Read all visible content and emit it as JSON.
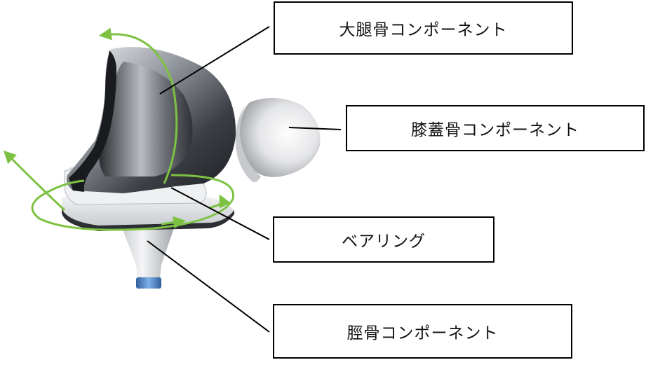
{
  "labels": {
    "femoral": "大腿骨コンポーネント",
    "patella": "膝蓋骨コンポーネント",
    "bearing": "ベアリング",
    "tibial": "脛骨コンポーネント"
  },
  "colors": {
    "arrow": "#7dc242",
    "leader": "#000000",
    "metal_dark": "#3a3d42",
    "metal_light": "#e9ebee",
    "stem_band": "#4a7fc1"
  }
}
